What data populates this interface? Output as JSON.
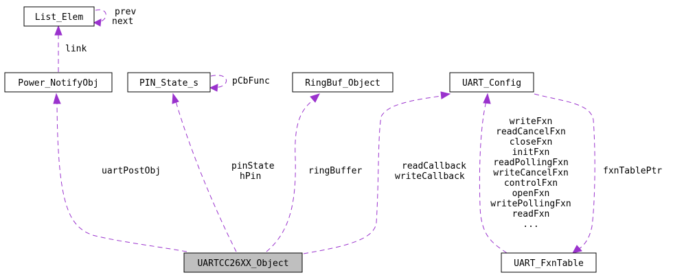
{
  "nodes": {
    "list_elem": "List_Elem",
    "power_notify": "Power_NotifyObj",
    "pin_state": "PIN_State_s",
    "ringbuf": "RingBuf_Object",
    "uart_config": "UART_Config",
    "uartcc26xx": "UARTCC26XX_Object",
    "uart_fxntable": "UART_FxnTable"
  },
  "edges": {
    "list_self": [
      "prev",
      "next"
    ],
    "link": "link",
    "pin_self": "pCbFunc",
    "uart_post_obj": "uartPostObj",
    "pin": [
      "pinState",
      "hPin"
    ],
    "ring_buffer": "ringBuffer",
    "callbacks": [
      "readCallback",
      "writeCallback"
    ],
    "fxn_list": [
      "writeFxn",
      "readCancelFxn",
      "closeFxn",
      "initFxn",
      "readPollingFxn",
      "writeCancelFxn",
      "controlFxn",
      "openFxn",
      "writePollingFxn",
      "readFxn",
      "..."
    ],
    "fxn_table_ptr": "fxnTablePtr"
  },
  "colors": {
    "edge": "#9a32cd",
    "main_node_fill": "#bfbfbf"
  }
}
